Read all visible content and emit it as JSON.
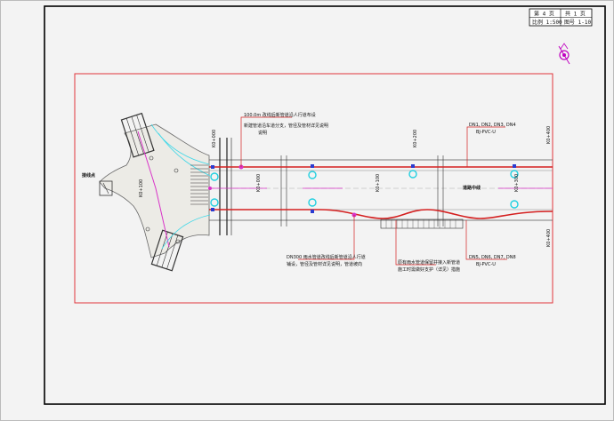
{
  "title_block": {
    "sheet_no_label": "第 4 页",
    "total_label": "共 1 页",
    "scale_label": "比例 1:500",
    "drawing_no": "图号 1-10"
  },
  "annotations": {
    "top_callout_line1": "100.0m 改线后新管道沿人行道布设",
    "top_callout_line2": "新建管道沿车道分支，管径及管材详见说明",
    "top_callout_line3": "说明",
    "top_right_line1": "DN1, DN2, DN3, DN4",
    "top_right_line2": "BJ-PVC-U",
    "bottom_mid_line1": "DN300 雨水管道改线后新管道沿人行道",
    "bottom_mid_line2": "铺设，管径及管材详见说明，管道坡向",
    "bottom_center_line1": "原有雨水管道保留并接入新管道",
    "bottom_center_line2": "施工时需做好支护（详见）措施",
    "bottom_right_line1": "DN5, DN6, DN7, DN8",
    "bottom_right_line2": "BJ-PVC-U",
    "left_label": "接线点",
    "road_label": "道路中线",
    "station_a": "K0+000",
    "station_b": "K0+100",
    "station_c": "K0+200",
    "station_d": "K0+300",
    "station_e": "K0+400"
  },
  "icons": {
    "north_arrow": "north-arrow-icon"
  },
  "colors": {
    "frame": "#000000",
    "boundary": "#e0353b",
    "pipe_red": "#d42020",
    "pipe_magenta": "#d933c8",
    "manhole_cyan": "#22d0e0",
    "marker_blue": "#2a3ad0",
    "curve_cyan": "#40d8e8",
    "road_edge": "#555555"
  }
}
